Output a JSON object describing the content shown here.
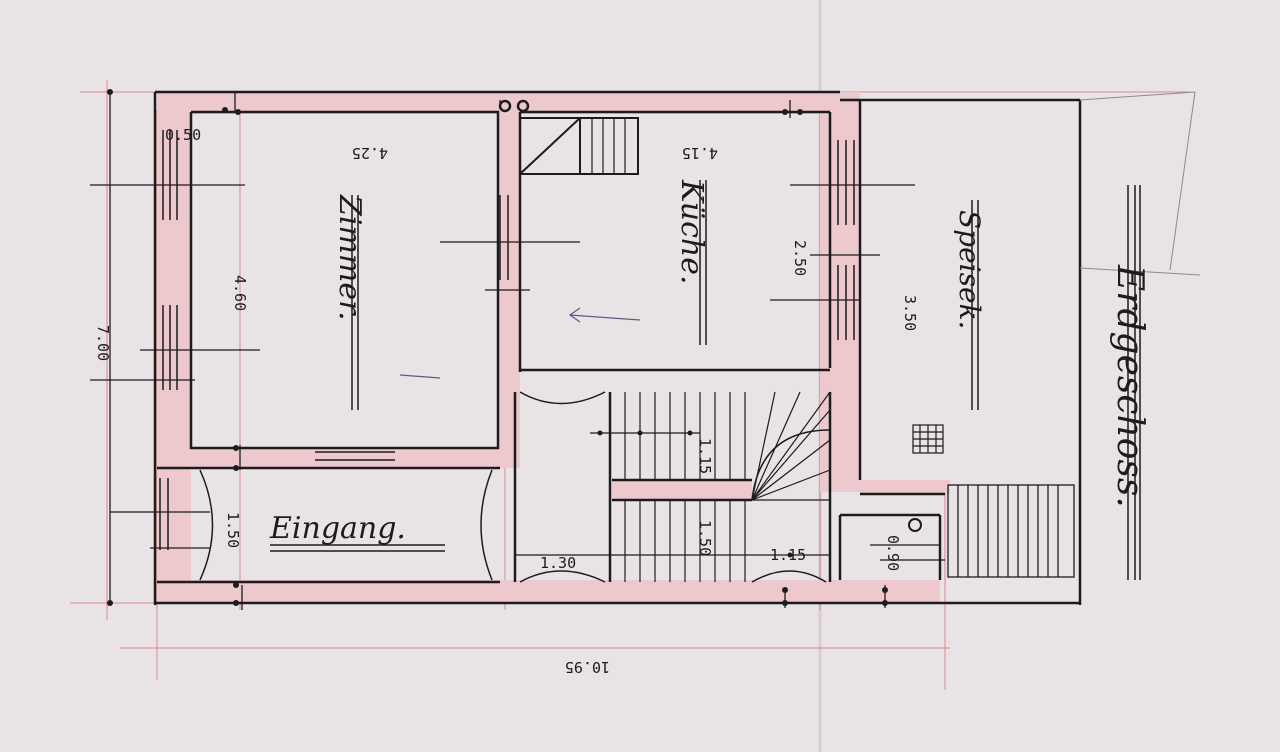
{
  "plan": {
    "rooms": {
      "zimmer": "Zimmer.",
      "kueche": "Küche.",
      "eingang": "Eingang.",
      "speisekammer": "Speisek.",
      "erdgeschoss": "Erdgeschoss."
    },
    "dimensions": {
      "overall_width": "10.95",
      "overall_depth": "7.00",
      "zimmer_width": "4.25",
      "zimmer_depth": "4.60",
      "kueche_width": "4.15",
      "kueche_depth": "2.50",
      "side_depth": "3.50",
      "stair_width": "1.15",
      "stair_landing": "1.30",
      "stair_run": "1.15",
      "entry_depth": "1.50",
      "stair_side": "1.50",
      "small_a": "0.50",
      "small_b": "0.90"
    },
    "colors": {
      "paper": "#e9e3e6",
      "wall_fill": "#edc8cc",
      "ink": "#1c1c1c",
      "red_guide": "#d9656b"
    }
  }
}
